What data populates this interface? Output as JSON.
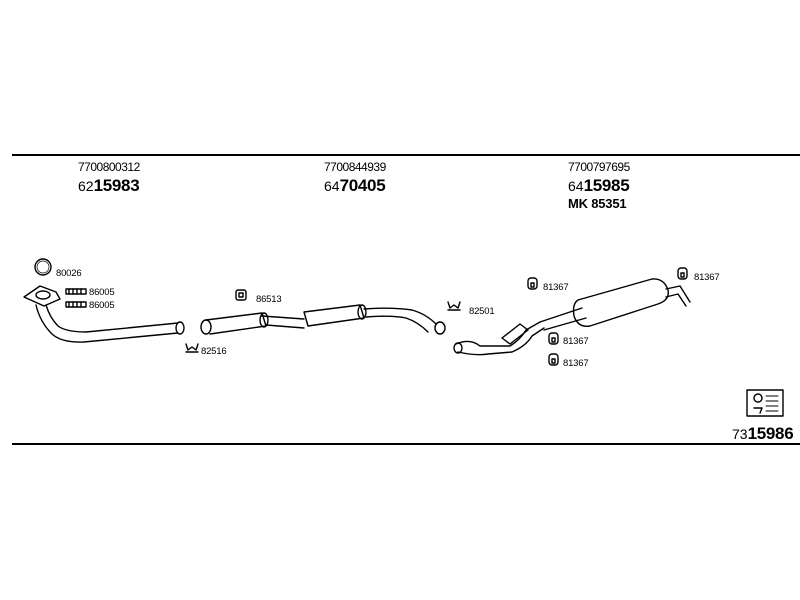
{
  "columns": [
    {
      "ref": "7700800312",
      "part_prefix": "62",
      "part_main": "15983"
    },
    {
      "ref": "7700844939",
      "part_prefix": "64",
      "part_main": "70405"
    },
    {
      "ref": "7700797695",
      "part_prefix": "64",
      "part_main": "15985",
      "extra": "MK  85351"
    }
  ],
  "parts": {
    "p80026": "80026",
    "p86005a": "86005",
    "p86005b": "86005",
    "p82516": "82516",
    "p86513": "86513",
    "p82501": "82501",
    "p81367a": "81367",
    "p81367b": "81367",
    "p81367c": "81367",
    "p81367d": "81367"
  },
  "kit": {
    "prefix": "73",
    "main": "15986"
  }
}
